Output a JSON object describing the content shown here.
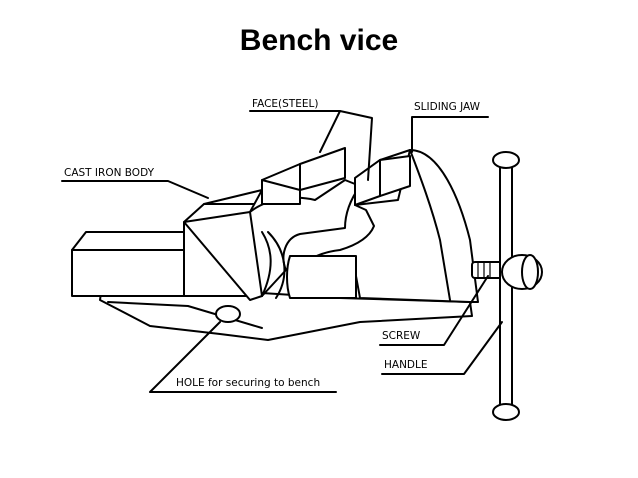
{
  "title": "Bench vice",
  "labels": {
    "face": "FACE(STEEL)",
    "sliding_jaw": "SLIDING JAW",
    "cast_iron_body": "CAST IRON BODY",
    "screw": "SCREW",
    "handle": "HANDLE",
    "hole": "HOLE for securing to bench"
  }
}
